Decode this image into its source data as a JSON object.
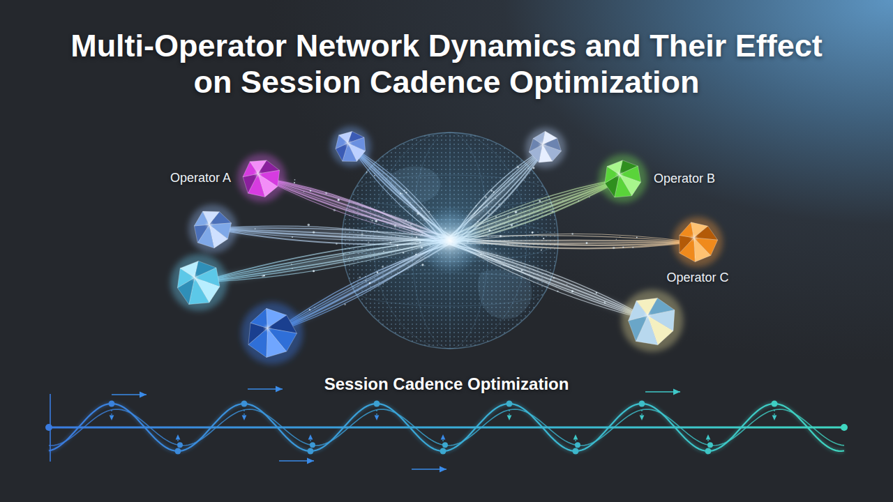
{
  "diagram": {
    "title": "Multi-Operator Network Dynamics and Their Effect on Session Cadence Optimization",
    "nodes": [
      {
        "text": [
          "Operator A"
        ]
      },
      {
        "text": [
          "Operator B"
        ]
      },
      {
        "text": [
          "Operator C"
        ]
      }
    ],
    "labels": [
      "Session Cadence Optimization"
    ]
  }
}
